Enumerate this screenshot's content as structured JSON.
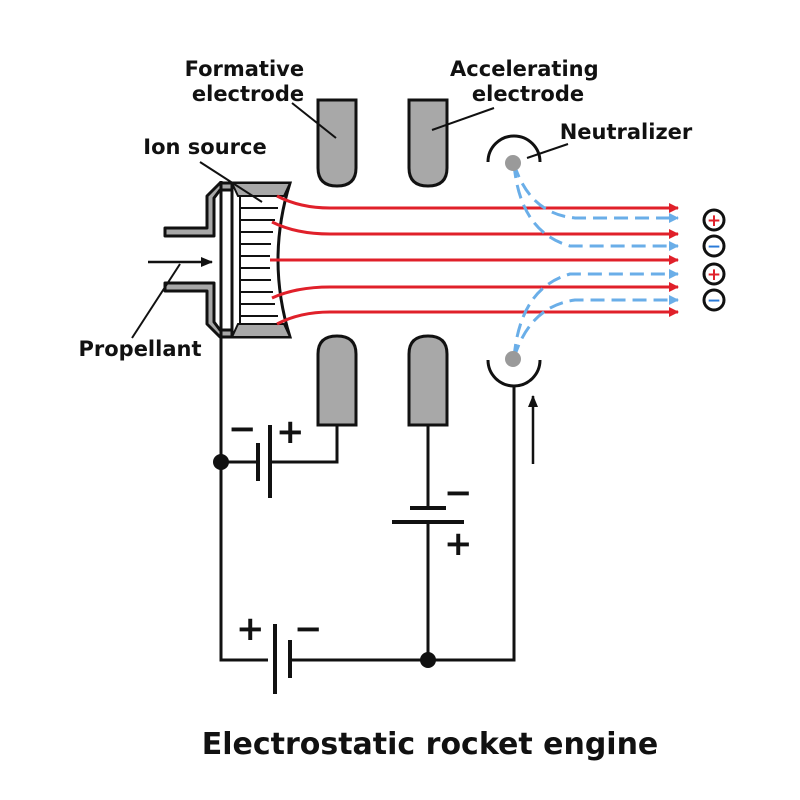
{
  "labels": {
    "formative": [
      "Formative",
      "electrode"
    ],
    "accelerating": [
      "Accelerating",
      "electrode"
    ],
    "ion_source": "Ion source",
    "neutralizer": "Neutralizer",
    "propellant": "Propellant"
  },
  "title": "Electrostatic rocket engine",
  "battery_signs": {
    "top": {
      "minus": "−",
      "plus": "+"
    },
    "middle": {
      "minus": "−",
      "plus": "+"
    },
    "bottom": {
      "plus": "+",
      "minus": "−"
    }
  },
  "beam_charges": [
    "+",
    "−",
    "+",
    "−"
  ],
  "colors": {
    "ion_beam": "#e0202a",
    "electron_beam": "#6aaee8",
    "electrode_fill": "#a8a8a8",
    "outline": "#111111",
    "charge_plus": "#e0202a",
    "charge_minus": "#2a7ad8",
    "neutralizer_dot": "#9a9a9a"
  }
}
